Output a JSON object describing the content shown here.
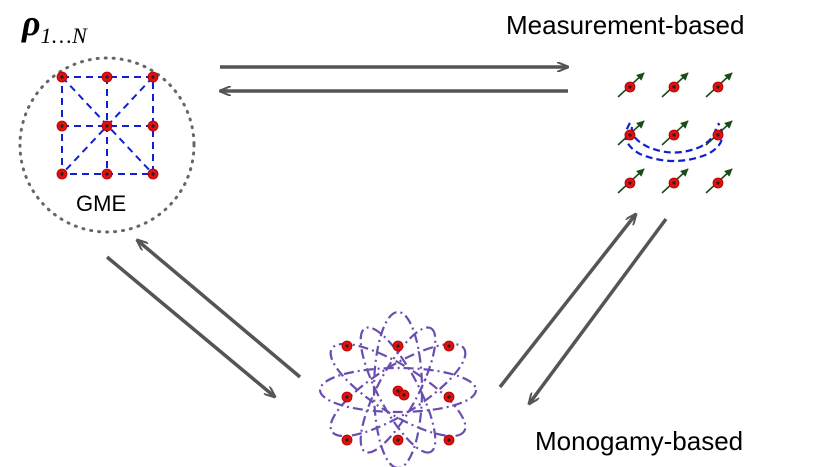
{
  "rho": {
    "symbol": "ρ",
    "subscript": "1…N"
  },
  "labels": {
    "gme": "GME",
    "measurement": "Measurement-based",
    "monogamy": "Monogamy-based"
  },
  "colors": {
    "arrow": "#555555",
    "qubit_fill": "#e01010",
    "qubit_core": "#222222",
    "graph_edge": "#1020d0",
    "spin_arrow": "#1a4d1a",
    "orbit": "#6a4db0",
    "circle": "#666666"
  }
}
